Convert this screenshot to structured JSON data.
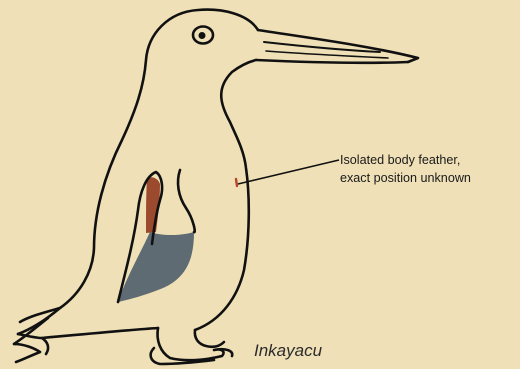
{
  "annotation": {
    "line1": "Isolated body feather,",
    "line2": "exact position unknown"
  },
  "species_label": "Inkayacu",
  "colors": {
    "background": "#efe0b7",
    "outline": "#111111",
    "reddish_feathers": "#9b4a2e",
    "gray_feathers": "#5e6b72",
    "feather_marker": "#b5452c"
  }
}
